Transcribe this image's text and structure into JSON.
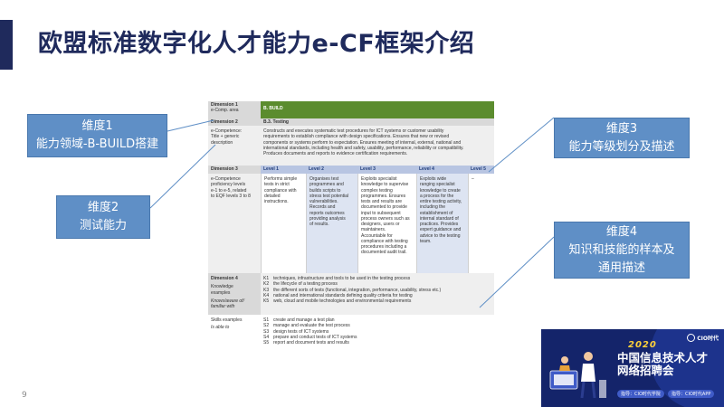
{
  "page": {
    "title": "欧盟标准数字化人才能力e-CF框架介绍",
    "page_number": "9"
  },
  "table": {
    "dim1": {
      "label": "Dimension 1",
      "sub": "e-Comp. area",
      "value": "B. BUILD"
    },
    "dim2": {
      "label": "Dimension 2",
      "value": "B.3. Testing",
      "sub_label_lines": [
        "e-Competence:",
        "Title + generic",
        "description"
      ],
      "desc_lines": [
        "Constructs and executes systematic test procedures for ICT systems or customer usability",
        "requirements to establish compliance with design specifications. Ensures that new or revised",
        "components or systems perform to expectation. Ensures meeting of internal, external, national and",
        "international standards, including health and safety, usability, performance, reliability or compatibility.",
        "Produces documents and reports to evidence certification requirements."
      ]
    },
    "dim3": {
      "label": "Dimension 3",
      "sub_label_lines": [
        "e-Competence",
        "proficiency levels",
        "e-1 to e-5, related",
        "to EQF levels 3 to 8"
      ],
      "levels": [
        {
          "name": "Level 1",
          "lines": [
            "Performs simple",
            "tests in strict",
            "compliance with",
            "detailed",
            "instructions."
          ]
        },
        {
          "name": "Level 2",
          "lines": [
            "Organises test",
            "programmes and",
            "builds scripts to",
            "stress test potential",
            "vulnerabilities.",
            "Records and",
            "reports outcomes",
            "providing analysis",
            "of results."
          ]
        },
        {
          "name": "Level 3",
          "lines": [
            "Exploits specialist",
            "knowledge to supervise",
            "complex testing",
            "programmes. Ensures",
            "tests and results are",
            "documented to provide",
            "input to subsequent",
            "process owners such as",
            "designers, users or",
            "maintainers.",
            "Accountable for",
            "compliance with testing",
            "procedures including a",
            "documented audit trail."
          ]
        },
        {
          "name": "Level 4",
          "lines": [
            "Exploits wide",
            "ranging specialist",
            "knowledge to create",
            "a process for the",
            "entire testing activity,",
            "including the",
            "establishment of",
            "internal standard of",
            "practices. Provides",
            "expert guidance and",
            "advice to the testing",
            "team."
          ]
        },
        {
          "name": "Level 5",
          "lines": [
            "–"
          ]
        }
      ]
    },
    "dim4": {
      "label": "Dimension 4",
      "sub_label_lines": [
        "Knowledge",
        "examples"
      ],
      "sub_italic_lines": [
        "Knows/aware of/",
        "familiar with"
      ],
      "knowledge": [
        {
          "code": "K1",
          "text": "techniques, infrastructure and tools to be used in the testing process"
        },
        {
          "code": "K2",
          "text": "the lifecycle of a testing process"
        },
        {
          "code": "K3",
          "text": "the different sorts of tests (functional, integration, performance, usability, stress etc.)"
        },
        {
          "code": "K4",
          "text": "national and international standards defining quality criteria for testing"
        },
        {
          "code": "K5",
          "text": "web, cloud and mobile technologies and environmental requirements"
        }
      ],
      "skills_label": "Skills examples",
      "skills_italic": "Is able to",
      "skills": [
        {
          "code": "S1",
          "text": "create and manage a test plan"
        },
        {
          "code": "S2",
          "text": "manage and evaluate the test process"
        },
        {
          "code": "S3",
          "text": "design tests of ICT systems"
        },
        {
          "code": "S4",
          "text": "prepare and conduct tests of ICT systems"
        },
        {
          "code": "S5",
          "text": "report and document tests and results"
        }
      ]
    }
  },
  "callouts": {
    "c1": {
      "line1": "维度1",
      "line2": "能力领域-B-BUILD搭建"
    },
    "c2": {
      "line1": "维度2",
      "line2": "测试能力"
    },
    "c3": {
      "line1": "维度3",
      "line2": "能力等级划分及描述"
    },
    "c4": {
      "line1": "维度4",
      "line2": "知识和技能的样本及",
      "line3": "通用描述"
    }
  },
  "promo": {
    "year": "2020",
    "title_line1": "中国信息技术人才",
    "title_line2": "网络招聘会",
    "logo": "CIO时代",
    "sub1": "指导：CIO时代学院",
    "sub2": "指导：CIO时代APP"
  },
  "colors": {
    "title": "#1f2a5c",
    "accent_bar": "#1f2a5c",
    "callout": "#5f8fc6",
    "dim1_green": "#5b8c2e",
    "level_header": "#b8c5e2",
    "promo_bg": "#14246a",
    "promo_year": "#ffd23a"
  }
}
